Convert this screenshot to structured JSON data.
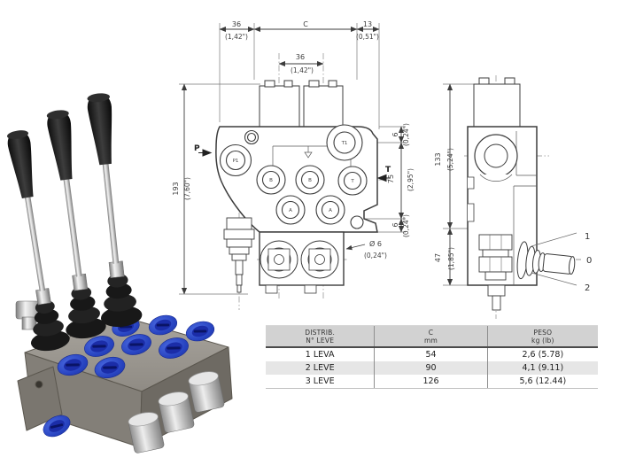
{
  "photo": {
    "description": "3-lever monoblock directional control valve, grey cast body with blue port plugs and chrome caps",
    "lever_count": 3
  },
  "front_view": {
    "dim_top_left_mm": "36",
    "dim_top_left_in": "(1,42\")",
    "dim_top_center": "C",
    "dim_top_right_mm": "13",
    "dim_top_right_in": "(0,51\")",
    "dim_cap_mm": "36",
    "dim_cap_in": "(1,42\")",
    "dim_height_mm": "193",
    "dim_height_in": "(7,60\")",
    "dim_right_top_mm": "6",
    "dim_right_top_in": "(0,24\")",
    "dim_right_mid_mm": "75",
    "dim_right_mid_in": "(2,95\")",
    "dim_right_bottom_mm": "6",
    "dim_right_bottom_in": "(0,24\")",
    "dim_hole": "Ø 6",
    "dim_hole_in": "(0,24\")",
    "label_p": "P",
    "label_t": "T",
    "ports": {
      "p1": "P1",
      "t1": "T1",
      "b": "B",
      "t": "T",
      "a": "A"
    }
  },
  "side_view": {
    "dim_height_mm": "133",
    "dim_height_in": "(5,24\")",
    "dim_lower_mm": "47",
    "dim_lower_in": "(1,85\")",
    "pos_up": "1",
    "pos_neutral": "0",
    "pos_down": "2"
  },
  "table": {
    "col1_h1": "DISTRIB.",
    "col1_h2": "N° LEVE",
    "col2_h1": "C",
    "col2_h2": "mm",
    "col3_h1": "PESO",
    "col3_h2": "kg (lb)",
    "rows": [
      {
        "leve": "1 LEVA",
        "c": "54",
        "peso": "2,6 (5.78)"
      },
      {
        "leve": "2 LEVE",
        "c": "90",
        "peso": "4,1 (9.11)"
      },
      {
        "leve": "3 LEVE",
        "c": "126",
        "peso": "5,6 (12.44)"
      }
    ]
  },
  "colors": {
    "plug_blue": "#2743c0",
    "drawing_line": "#3c3c3c",
    "table_header_bg": "#d2d2d2",
    "table_alt_row_bg": "#e6e6e6"
  }
}
